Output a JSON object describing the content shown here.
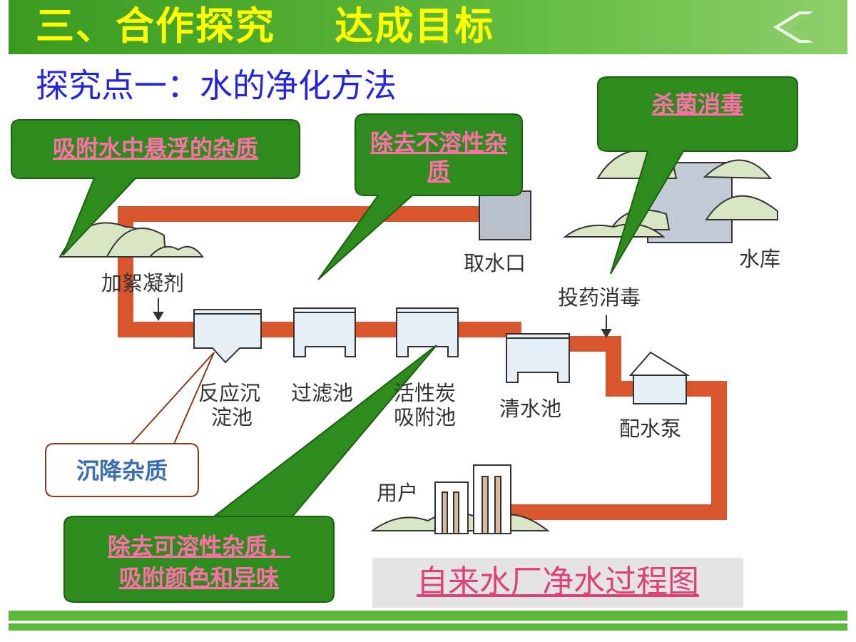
{
  "header": {
    "title": "三、合作探究    达成目标",
    "back_icon": "chevron-left-icon"
  },
  "subtitle": "探究点一：水的净化方法",
  "callouts": {
    "adsorb": "吸附水中悬浮的杂质",
    "insoluble": "除去不溶性杂质",
    "sterilize": "杀菌消毒",
    "sediment": "沉降杂质",
    "soluble_line1": "除去可溶性杂质，",
    "soluble_line2": "吸附颜色和异味"
  },
  "labels": {
    "intake": "取水口",
    "reservoir": "水库",
    "coagulant": "加絮凝剂",
    "disinfect": "投药消毒",
    "reaction_tank_1": "反应沉",
    "reaction_tank_2": "淀池",
    "filter_tank": "过滤池",
    "carbon_tank_1": "活性炭",
    "carbon_tank_2": "吸附池",
    "clear_tank": "清水池",
    "pump": "配水泵",
    "user": "用户"
  },
  "caption": "自来水厂净水过程图",
  "colors": {
    "pipe": "#d9552b",
    "callout_fill": "#2e8b1e",
    "callout_text": "#ff6fa8",
    "banner": "#5cb83a",
    "title": "#ffff00"
  }
}
